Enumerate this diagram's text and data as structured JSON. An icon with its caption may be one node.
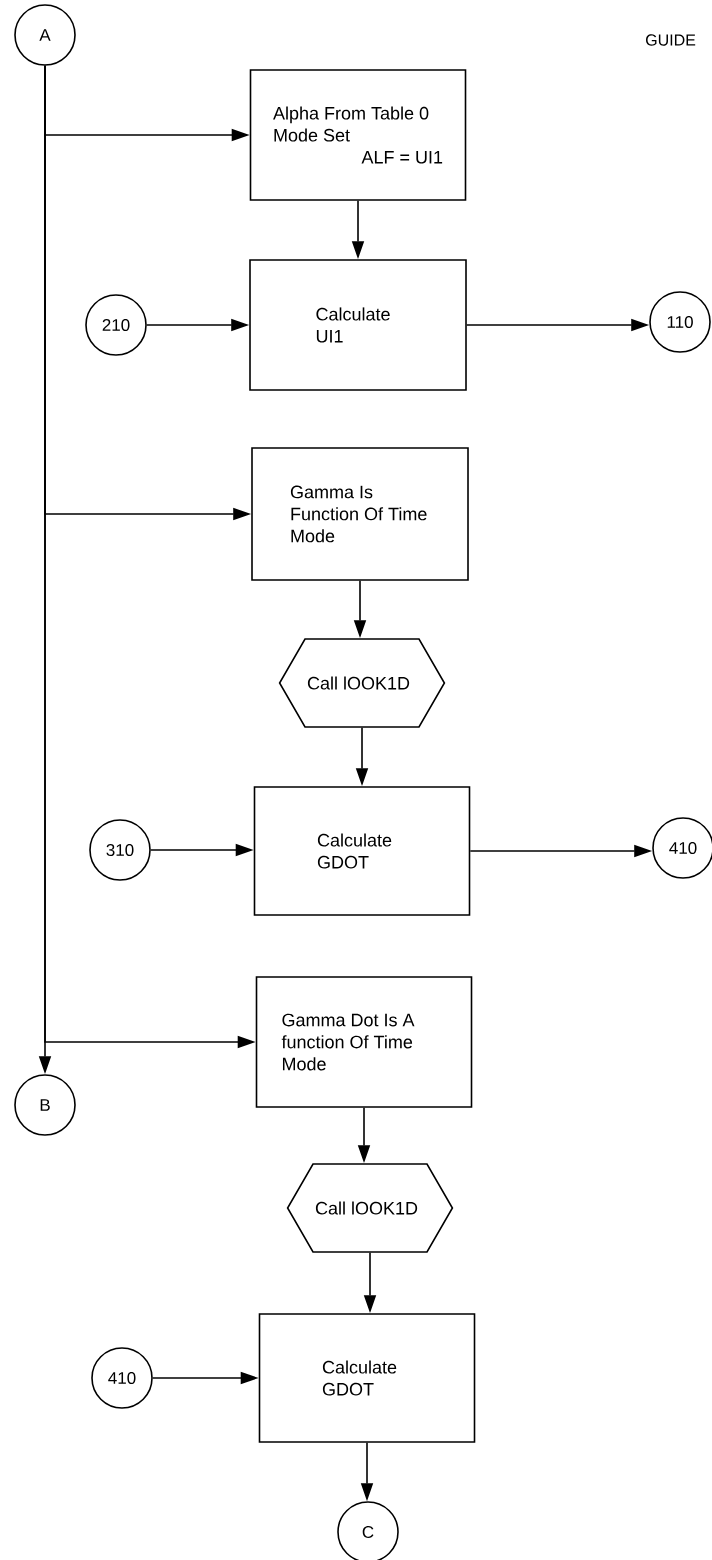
{
  "diagram": {
    "title": "GUIDE",
    "nodes": [
      {
        "text": [
          "A"
        ]
      },
      {
        "text": [
          "Alpha From Table 0 Mode Set",
          "ALF = UI1"
        ]
      },
      {
        "text": [
          "210"
        ]
      },
      {
        "text": [
          "Calculate UI1"
        ]
      },
      {
        "text": [
          "110"
        ]
      },
      {
        "text": [
          "Gamma Is Function Of Time Mode"
        ]
      },
      {
        "text": [
          "Call lOOK1D"
        ]
      },
      {
        "text": [
          "310"
        ]
      },
      {
        "text": [
          "Calculate GDOT"
        ]
      },
      {
        "text": [
          "410"
        ]
      },
      {
        "text": [
          "Gamma Dot Is A function Of Time Mode"
        ]
      },
      {
        "text": [
          "B"
        ]
      },
      {
        "text": [
          "Call lOOK1D"
        ]
      },
      {
        "text": [
          "410"
        ]
      },
      {
        "text": [
          "Calculate GDOT"
        ]
      },
      {
        "text": [
          "C"
        ]
      }
    ],
    "edges": [
      {
        "from": 0,
        "to": 1,
        "arrow": "to"
      },
      {
        "from": 1,
        "to": 3,
        "arrow": "to"
      },
      {
        "from": 2,
        "to": 3,
        "arrow": "to"
      },
      {
        "from": 3,
        "to": 4,
        "arrow": "to"
      },
      {
        "from": 0,
        "to": 5,
        "arrow": "to"
      },
      {
        "from": 5,
        "to": 6,
        "arrow": "to"
      },
      {
        "from": 6,
        "to": 8,
        "arrow": "to"
      },
      {
        "from": 7,
        "to": 8,
        "arrow": "to"
      },
      {
        "from": 8,
        "to": 9,
        "arrow": "to"
      },
      {
        "from": 0,
        "to": 10,
        "arrow": "to"
      },
      {
        "from": 10,
        "to": 12,
        "arrow": "to"
      },
      {
        "from": 0,
        "to": 11,
        "arrow": "to"
      },
      {
        "from": 12,
        "to": 14,
        "arrow": "to"
      },
      {
        "from": 13,
        "to": 14,
        "arrow": "to"
      },
      {
        "from": 14,
        "to": 15,
        "arrow": "to"
      }
    ]
  }
}
